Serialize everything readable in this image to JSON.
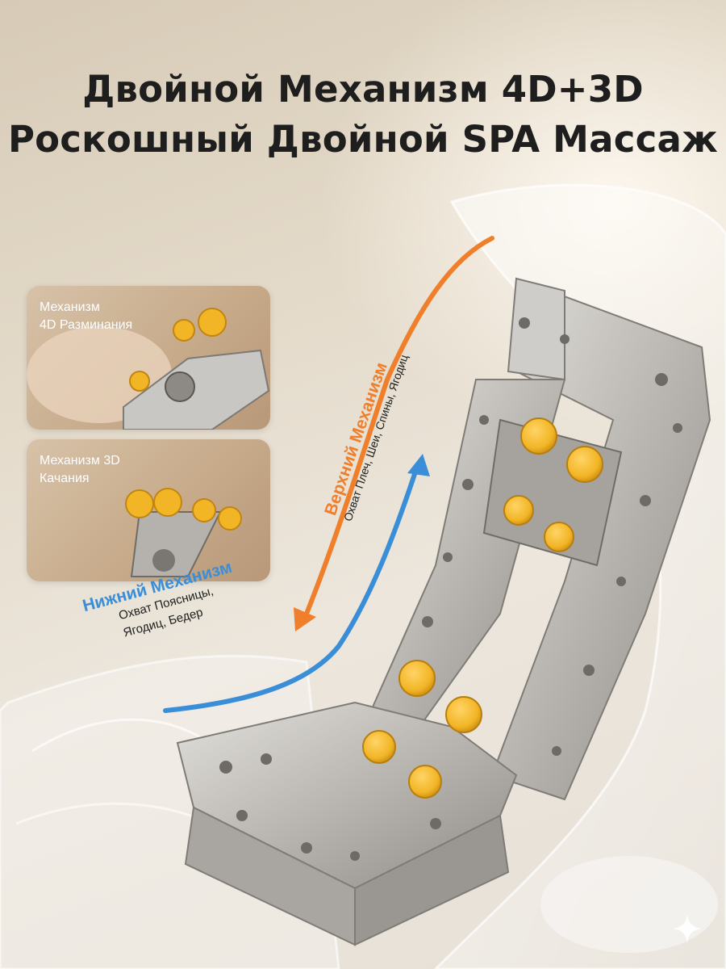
{
  "title": {
    "line1": "Двойной Механизм 4D+3D",
    "line2": "Роскошный Двойной SPA Массаж"
  },
  "cards": [
    {
      "label_line1": "Механизм",
      "label_line2": "4D Разминания"
    },
    {
      "label_line1": "Механизм 3D",
      "label_line2": "Качания"
    }
  ],
  "upper_mechanism": {
    "title": "Верхний Механизм",
    "subtitle": "Охват Плеч, Шеи, Спины, Ягодиц"
  },
  "lower_mechanism": {
    "title": "Нижний Механизм",
    "subtitle_line1": "Охват Поясницы,",
    "subtitle_line2": "Ягодиц, Бедер"
  },
  "colors": {
    "upper_arrow": "#ef7f2b",
    "lower_arrow": "#3a8ed8",
    "roller": "#f2b526",
    "frame": "#b8b6b2"
  }
}
